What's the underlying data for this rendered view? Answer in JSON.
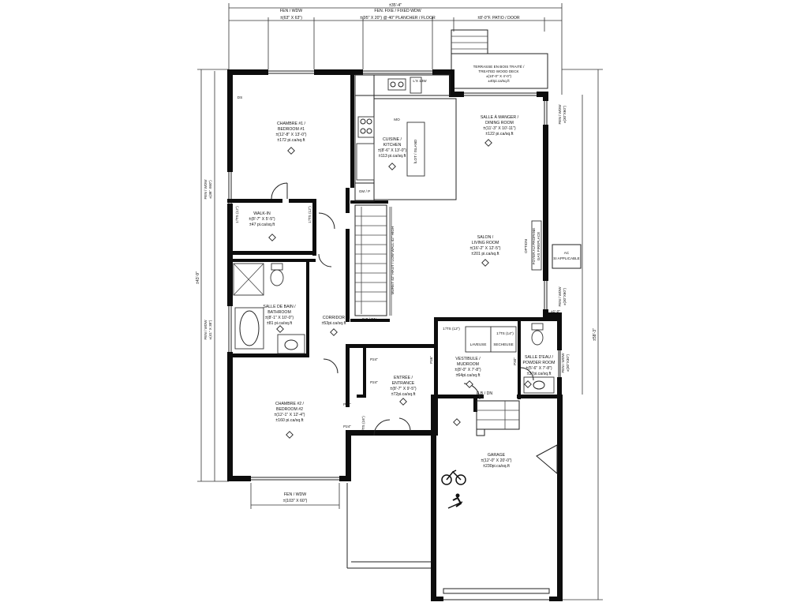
{
  "dimensions": {
    "overall_width": "±35'-4\"",
    "overall_depth_left": "±43'-9\"",
    "overall_depth_right": "±58'-3\"",
    "top_wdw_label": "FEN / WDW",
    "top_wdw_size": "±(63\" X 63\")",
    "top_fixed_label": "FEN. FIXE / FIXED WDW",
    "top_fixed_size": "±(95\" X 20\") @ 40\" PLANCHER / FLOOR",
    "patio_label": "±8'-0\"F. PATIO / DOOR",
    "bottom_wdw_label": "FEN / WDW",
    "bottom_wdw_size": "±(103\" X 60\")",
    "left_wdw1": "FEN / WDW",
    "left_wdw1_size": "±(36\" X60\")",
    "left_wdw2": "FEN / WDW",
    "left_wdw2_size": "±(41\" X 38\")",
    "right_wdw1": "FEN / WDW",
    "right_wdw1_size": "±(30\"X60\")",
    "right_wdw2": "FEN / WDW",
    "right_wdw2_size": "±(30\"X60\")",
    "right_wdw3": "FEN / WDW",
    "right_wdw3_size": "±(30\"X30\")",
    "right_small": "±1'-2\""
  },
  "rooms": {
    "bedroom1": {
      "name": "CHAMBRE #1 /",
      "name2": "BEDROOM #1",
      "size": "±(12'-8\" X 13'-0\")",
      "area": "±172 pi.ca/sq.ft"
    },
    "walkin": {
      "name": "WALK-IN",
      "size": "±(8'-7\" X 5'-5\")",
      "area": "±47 pi.ca/sq.ft"
    },
    "bathroom": {
      "name": "SALLE DE BAIN /",
      "name2": "BATHROOM",
      "size": "±(8'-1\" X 10'-0\")",
      "area": "±81 pi.ca/sq.ft"
    },
    "corridor": {
      "name": "CORRIDOR",
      "area": "±53pi.ca/sq.ft"
    },
    "bedroom2": {
      "name": "CHAMBRE #2 /",
      "name2": "BEDROOM #2",
      "size": "±(12'-1\" X 12'-4\")",
      "area": "±160 pi.ca/sq.ft"
    },
    "kitchen": {
      "name": "CUISINE /",
      "name2": "KITCHEN",
      "size": "±(8'-6\" X 13'-0\")",
      "area": "±113 pi.ca/sq.ft"
    },
    "dining": {
      "name": "SALLE À MANGER /",
      "name2": "DINING ROOM",
      "size": "±(11'-3\" X 10'-11\")",
      "area": "±122 pi.ca/sq.ft"
    },
    "living": {
      "name": "SALON /",
      "name2": "LIVING ROOM",
      "size": "±(16'-2\" X 12'-5\")",
      "area": "±201 pi.ca/sq.ft"
    },
    "entrance": {
      "name": "ENTRÉE /",
      "name2": "ENTRANCE",
      "size": "±(8'-7\" X 9'-5\")",
      "area": "±72pi.ca/sq.ft"
    },
    "mudroom": {
      "name": "VESTIBULE /",
      "name2": "MUDROOM",
      "size": "±(8'-0\" X 7'-8\")",
      "area": "±64pi.ca/sq.ft"
    },
    "powder": {
      "name": "SALLE D'EAU /",
      "name2": "POWDER ROOM",
      "size": "±(5'-6\" X 7'-8\")",
      "area": "±37pi.ca/sq.ft"
    },
    "garage": {
      "name": "GARAGE",
      "size": "±(12'-0\" X 20'-0\")",
      "area": "±230pi.ca/sq.ft"
    },
    "deck": {
      "name": "TERRASSE EN BOIS TRAITÉ /",
      "name2": "TREATED WOOD DECK",
      "size": "±(10'-0\" X 4'-0\")",
      "area": "±40pi.ca/sq.ft"
    }
  },
  "labels": {
    "lave": "LAVEUSE",
    "seche": "SECHEUSE",
    "eb_dn": "E.B / DN",
    "eb_dn2": "E.B / DN",
    "fireplace1": "OPTION",
    "fireplace2": "FOYER AU PROPANE",
    "fireplace3": "GAS FIREPLACE",
    "ac": "AC",
    "ac2": "SI APPLICABLE",
    "lcl_dim": "L'X 13W",
    "mo": "MO",
    "gm_p": "GM / P",
    "hall_wall": "MURET 42\" HAUT / LOW WALL 42\" HIGH",
    "island": "ÎLOT / ISLAND",
    "ltd": "1'/TS (12\")",
    "ltd2": "1'/TS (14\")",
    "ltd3": "1'/TS (12\")",
    "shelf1": "1'/TS (12\")",
    "p24a": "P24\"",
    "p24b": "P24\"",
    "p24c": "P24\"",
    "p24d": "P24\"",
    "p36": "P36\"",
    "p30": "P30\"",
    "p16": "1'/TS (16\")",
    "ds": "DS"
  }
}
